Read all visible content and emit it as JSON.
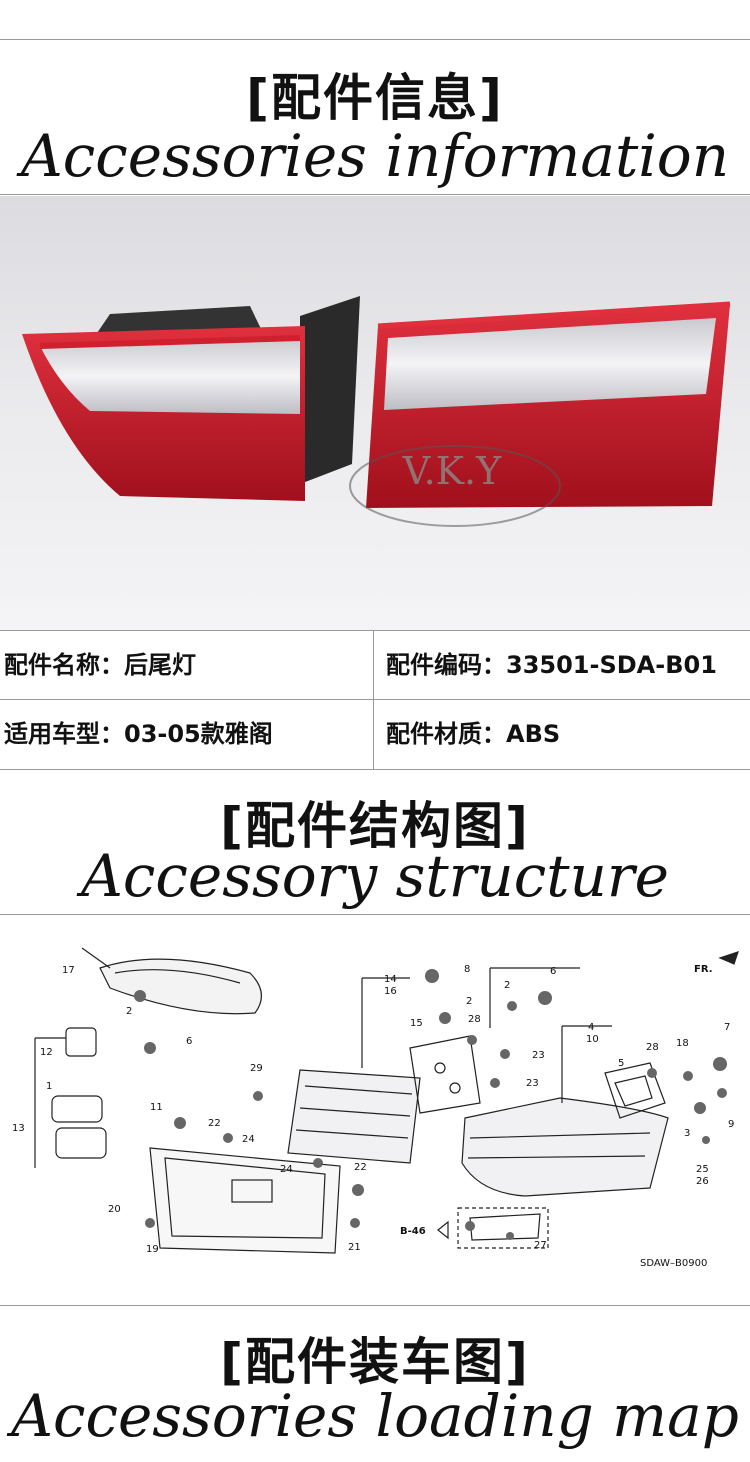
{
  "section1": {
    "title_cn": "[配件信息]",
    "title_en": "Accessories information"
  },
  "photo": {
    "watermark": "V.K.Y"
  },
  "specs": {
    "name": "配件名称：后尾灯",
    "code": "配件编码：33501-SDA-B01",
    "model": "适用车型：03-05款雅阁",
    "material": "配件材质：ABS"
  },
  "section2": {
    "title_cn": "[配件结构图]",
    "title_en": "Accessory structure"
  },
  "diagram": {
    "fr_label": "FR.",
    "ref_label": "B-46",
    "code_label": "SDAW–B0900",
    "part_numbers": [
      "17",
      "2",
      "6",
      "12",
      "1",
      "13",
      "11",
      "29",
      "22",
      "24",
      "20",
      "19",
      "14",
      "16",
      "8",
      "2",
      "15",
      "28",
      "23",
      "23",
      "24",
      "22",
      "21",
      "2",
      "6",
      "4",
      "10",
      "5",
      "28",
      "18",
      "7",
      "3",
      "9",
      "25",
      "26",
      "27"
    ]
  },
  "section3": {
    "title_cn": "[配件装车图]",
    "title_en": "Accessories loading map"
  },
  "colors": {
    "lamp_red": "#c8192b",
    "lamp_clear": "#e9e9ee",
    "line": "#9a9a9a"
  }
}
